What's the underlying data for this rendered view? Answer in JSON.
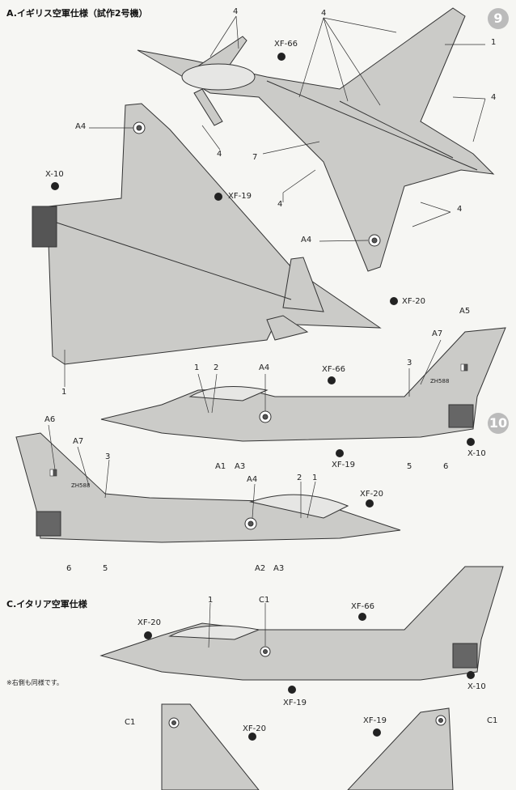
{
  "page_numbers": {
    "top": "9",
    "right": "10"
  },
  "sections": {
    "a": "A.イギリス空軍仕様（試作2号機）",
    "c": "C.イタリア空軍仕様"
  },
  "note": "※右側も同様です。",
  "paints": {
    "xf66": "XF-66",
    "xf19": "XF-19",
    "xf20": "XF-20",
    "x10": "X-10"
  },
  "serial": "ZH588",
  "labels": {
    "n1": "1",
    "n2": "2",
    "n3": "3",
    "n4": "4",
    "n5": "5",
    "n6": "6",
    "n7": "7",
    "a1": "A1",
    "a2": "A2",
    "a3": "A3",
    "a4": "A4",
    "a5": "A5",
    "a6": "A6",
    "a7": "A7",
    "c1": "C1"
  },
  "colors": {
    "aircraft": "#c9c9c6",
    "line": "#333333",
    "roundel_red": "#777777"
  }
}
